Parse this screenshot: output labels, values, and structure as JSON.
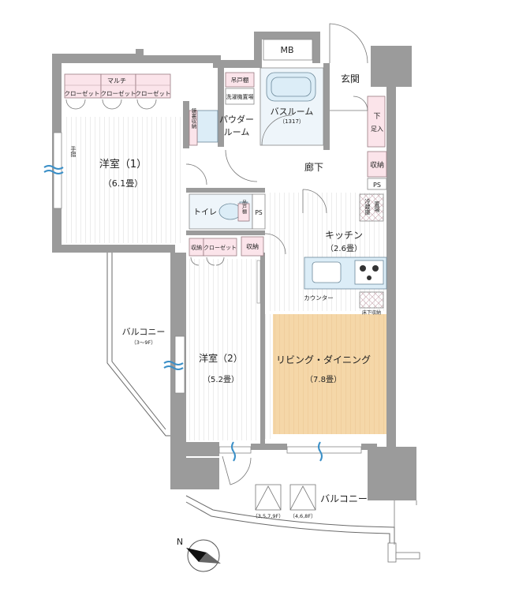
{
  "labels": {
    "mb": "MB",
    "genkan": "玄関",
    "multi": "マルチ",
    "closet": "クローゼット",
    "tsuto": "吊戸棚",
    "washer": "洗濯機置場",
    "bath": "バスルーム",
    "bath_size": "（1317）",
    "powder_1": "パウダー",
    "powder_2": "ルーム",
    "linen": "鏡裏収納",
    "shoe_1": "下",
    "shoe_2": "足入",
    "storage": "収納",
    "ps": "PS",
    "room1": "洋室（1）",
    "room1_size": "（6.1畳）",
    "handrail": "手摺",
    "corridor": "廊下",
    "toilet": "トイレ",
    "fridge_1": "冷蔵庫",
    "fridge_2": "置場",
    "kitchen": "キッチン",
    "kitchen_size": "（2.6畳）",
    "counter": "カウンター",
    "floor_storage": "床下収納",
    "balcony_side": "バルコニー",
    "balcony_side_floors": "（3～9F）",
    "room2": "洋室（2）",
    "room2_size": "（5.2畳）",
    "living": "リビング・ダイニング",
    "living_size": "（7.8畳）",
    "balcony": "バルコニー",
    "ac_floors_a": "（3,5,7,9F）",
    "ac_floors_b": "（4,6,8F）",
    "north": "N"
  },
  "colors": {
    "wall": "#9b9b9b",
    "living_floor": "#f5d7a8",
    "storage_pink": "#fbe4ea",
    "fixture_blue": "#dcedf7",
    "window_blue": "#3a8fc7"
  }
}
